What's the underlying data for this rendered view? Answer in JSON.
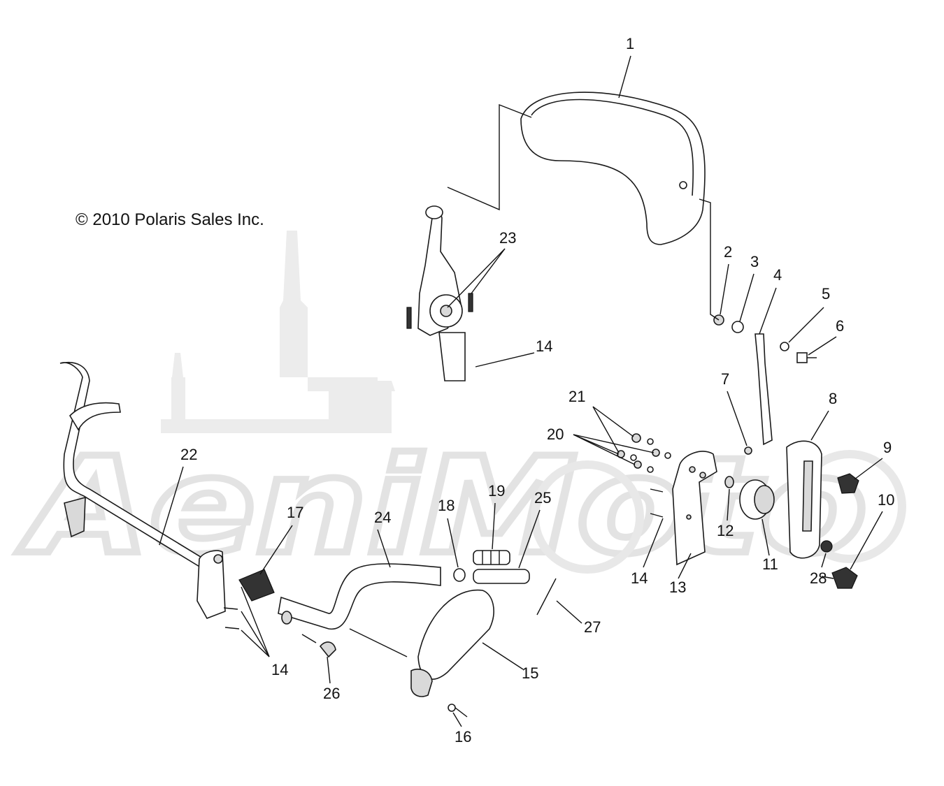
{
  "copyright": "© 2010 Polaris Sales Inc.",
  "watermark": "AeniMoto",
  "callouts": [
    "1",
    "2",
    "3",
    "4",
    "5",
    "6",
    "7",
    "8",
    "9",
    "10",
    "11",
    "12",
    "13",
    "14",
    "14",
    "14",
    "15",
    "16",
    "17",
    "18",
    "19",
    "20",
    "21",
    "22",
    "23",
    "24",
    "25",
    "26",
    "27",
    "28"
  ]
}
